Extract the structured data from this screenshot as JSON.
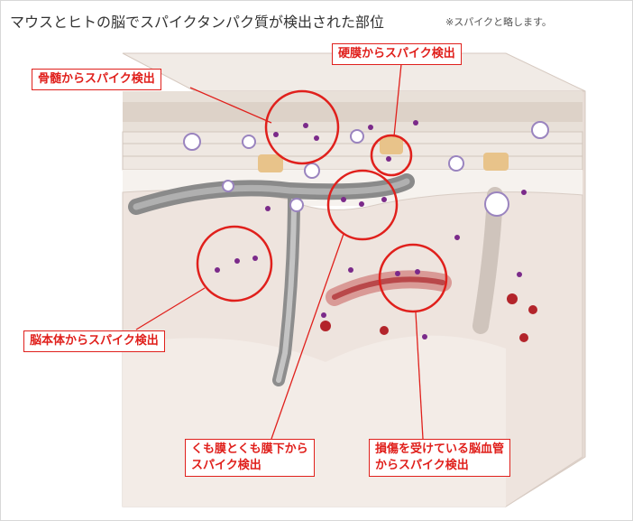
{
  "title": "マウスとヒトの脳でスパイクタンパク質が検出された部位",
  "note": "※スパイクと略します。",
  "labels": {
    "bone_marrow": "骨髄からスパイク検出",
    "dura": "硬膜からスパイク検出",
    "brain": "脳本体からスパイク検出",
    "meninges_line1": "くも膜とくも膜下から",
    "meninges_line2": "スパイク検出",
    "vessel_line1": "損傷を受けている脳血管",
    "vessel_line2": "からスパイク検出"
  },
  "colors": {
    "accent": "#e0201c",
    "spike": "#7b2a8a",
    "virus": "#9a84bf",
    "tissue": "#efe6e0",
    "cell": "#b3242b"
  }
}
